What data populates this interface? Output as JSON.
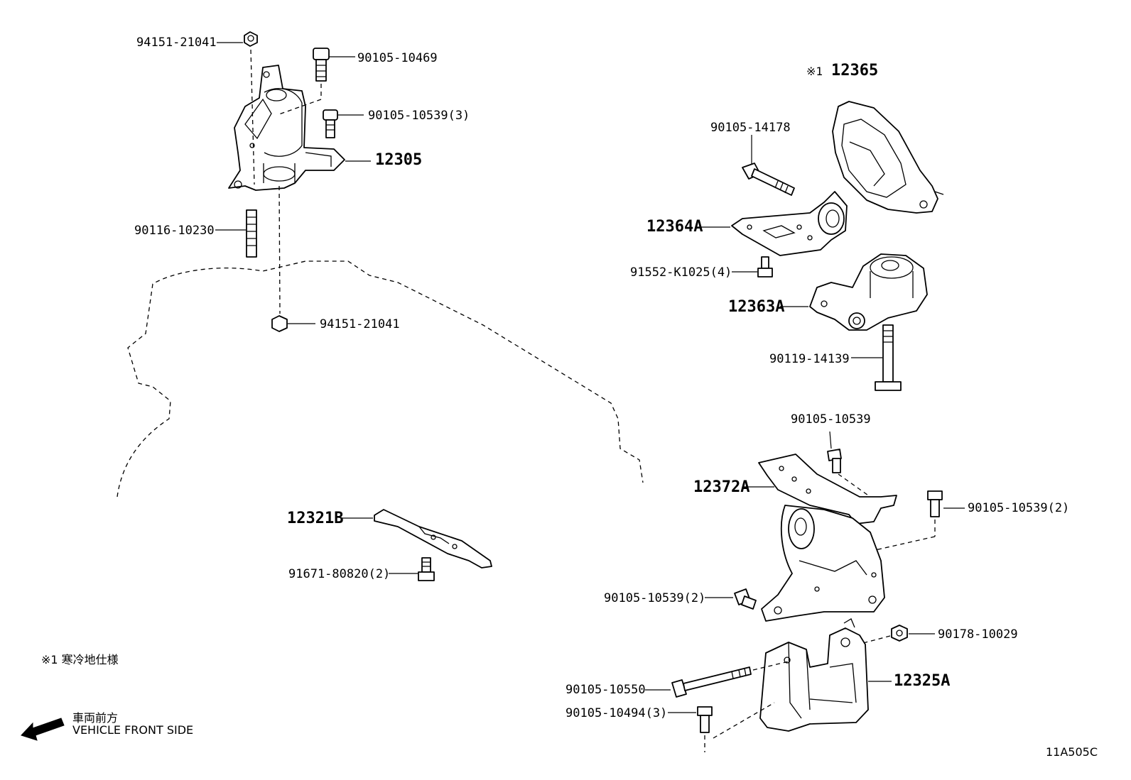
{
  "labels": {
    "nut_top": "94151-21041",
    "bolt_10469": "90105-10469",
    "bolt_10539_3": "90105-10539(3)",
    "part_12305": "12305",
    "stud_10230": "90116-10230",
    "nut_lower": "94151-21041",
    "note_mark": "※1",
    "part_12365": "12365",
    "bolt_14178": "90105-14178",
    "part_12364A": "12364A",
    "bolt_k1025": "91552-K1025(4)",
    "part_12363A": "12363A",
    "bolt_14139": "90119-14139",
    "bolt_10539_single": "90105-10539",
    "part_12372A": "12372A",
    "bolt_10539_2_right": "90105-10539(2)",
    "part_12321B": "12321B",
    "bolt_80820": "91671-80820(2)",
    "bolt_10539_2_left": "90105-10539(2)",
    "nut_10029": "90178-10029",
    "bolt_10550": "90105-10550",
    "part_12325A": "12325A",
    "bolt_10494": "90105-10494(3)"
  },
  "notes": {
    "cold_spec": "※1 寒冷地仕様",
    "front_jp": "車両前方",
    "front_en": "VEHICLE FRONT SIDE",
    "drawing_code": "11A505C"
  },
  "icons": {
    "front_arrow": "arrow-left-icon"
  }
}
